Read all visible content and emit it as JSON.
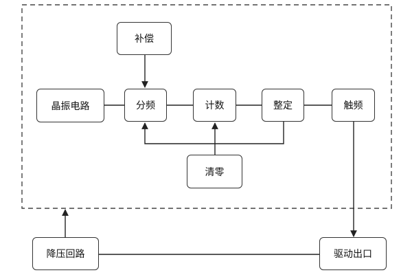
{
  "diagram": {
    "nodes": {
      "jingzhen": "晶振电路",
      "fenpin": "分频",
      "buchang": "补偿",
      "jishu": "计数",
      "zhengding": "整定",
      "qingling": "清零",
      "chupin": "触频",
      "jiangya": "降压回路",
      "qudong": "驱动出口"
    }
  }
}
